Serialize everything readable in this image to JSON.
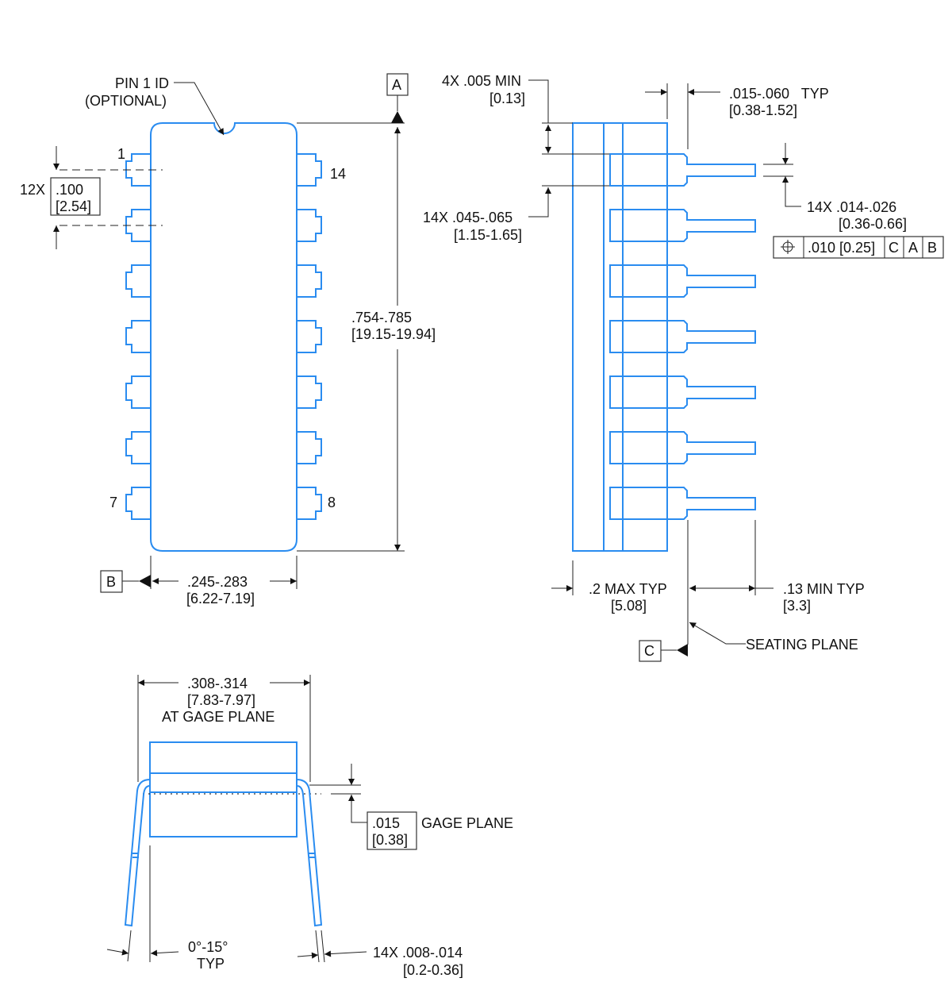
{
  "colors": {
    "outline": "#2a8cf0",
    "dimension": "#222222"
  },
  "top_view": {
    "pin1_id": [
      "PIN 1 ID",
      "(OPTIONAL)"
    ],
    "pin_labels": {
      "p1": "1",
      "p14": "14",
      "p7": "7",
      "p8": "8"
    },
    "pitch": {
      "qty": "12X",
      "in": ".100",
      "mm": "[2.54]"
    },
    "length": {
      "in": ".754-.785",
      "mm": "[19.15-19.94]"
    },
    "width": {
      "in": ".245-.283",
      "mm": "[6.22-7.19]"
    },
    "datum_a": "A",
    "datum_b": "B"
  },
  "side_view": {
    "standoff": {
      "in": "4X .005 MIN",
      "mm": "[0.13]"
    },
    "shoulder": {
      "in": "14X .045-.065",
      "mm": "[1.15-1.65]"
    },
    "shoulder_len": {
      "in": ".015-.060   TYP",
      "mm": "[0.38-1.52]"
    },
    "lead_width": {
      "in": "14X .014-.026",
      "mm": "[0.36-0.66]"
    },
    "fcf": {
      "symbol": "position-icon",
      "tol": ".010 [0.25]",
      "d1": "C",
      "d2": "A",
      "d3": "B"
    },
    "height": {
      "in": ".2 MAX TYP",
      "mm": "[5.08]"
    },
    "lead_len": {
      "in": ".13 MIN TYP",
      "mm": "[3.3]"
    },
    "datum_c": "C",
    "seating_plane": "SEATING PLANE"
  },
  "end_view": {
    "row_spacing": {
      "in": ".308-.314",
      "mm": "[7.83-7.97]",
      "note": "AT GAGE PLANE"
    },
    "gage": {
      "in": ".015",
      "mm": "[0.38]",
      "label": "GAGE PLANE"
    },
    "angle": {
      "value": "0°-15°",
      "note": "TYP"
    },
    "thickness": {
      "in": "14X .008-.014",
      "mm": "[0.2-0.36]"
    }
  }
}
